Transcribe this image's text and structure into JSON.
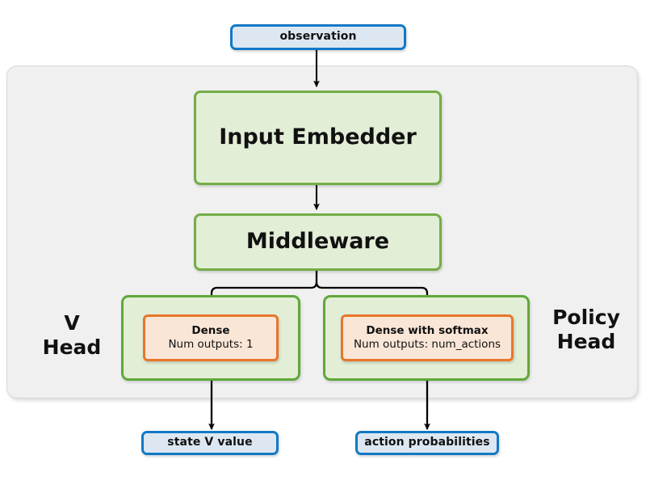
{
  "diagram": {
    "title_absent": "",
    "colors": {
      "io_border": "#1279c6",
      "io_fill": "#dde7f2",
      "green_border": "#74ad46",
      "green_fill": "#e2eed6",
      "head_border": "#5fa83b",
      "orange_border": "#e8762c",
      "orange_fill": "#fae6d7",
      "panel_fill": "#f0f0f0",
      "panel_border": "#d7d7d7",
      "arrow": "#000000"
    },
    "inputs": [
      {
        "id": "observation",
        "label": "observation"
      }
    ],
    "blocks": [
      {
        "id": "input-embedder",
        "label": "Input Embedder"
      },
      {
        "id": "middleware",
        "label": "Middleware"
      }
    ],
    "heads": [
      {
        "id": "v-head",
        "caption": "V\nHead",
        "layer": {
          "title": "Dense",
          "subtitle": "Num outputs: 1"
        }
      },
      {
        "id": "policy-head",
        "caption": "Policy\nHead",
        "layer": {
          "title": "Dense with softmax",
          "subtitle": "Num outputs: num_actions"
        }
      }
    ],
    "outputs": [
      {
        "id": "state-v-value",
        "label": "state V value"
      },
      {
        "id": "action-probabilities",
        "label": "action probabilities"
      }
    ]
  }
}
